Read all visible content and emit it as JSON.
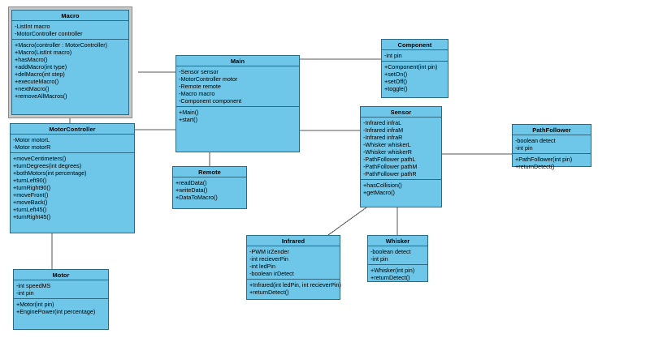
{
  "diagram": {
    "title": "UML Class Diagram",
    "type": "uml-class-diagram",
    "colors": {
      "class_fill": "#6ec6e8",
      "class_border": "#2b6a85",
      "selection_frame": "#c8c8c8",
      "connector": "#555555",
      "background": "#ffffff"
    }
  },
  "classes": [
    {
      "id": "macro",
      "name": "Macro",
      "selected": true,
      "attributes": [
        "-ListInt macro",
        "-MotorController controller"
      ],
      "methods": [
        "+Macro(controller : MotorController)",
        "+Macro(ListInt macro)",
        "+hasMacro()",
        "+addMacro(int type)",
        "+delMacro(int step)",
        "+executeMacro()",
        "+nextMacro()",
        "+removeAllMacros()"
      ]
    },
    {
      "id": "motorcontroller",
      "name": "MotorController",
      "selected": false,
      "attributes": [
        "-Motor motorL",
        "-Motor motorR"
      ],
      "methods": [
        "+moveCentimeters()",
        "+turnDegrees(int degrees)",
        "+bothMotors(int percentage)",
        "+turnLeft90()",
        "+turnRight90()",
        "+moveFront()",
        "+moveBack()",
        "+turnLeft45()",
        "+turnRight45()"
      ]
    },
    {
      "id": "motor",
      "name": "Motor",
      "selected": false,
      "attributes": [
        "-int speedMS",
        "-int pin"
      ],
      "methods": [
        "+Motor(int pin)",
        "+EnginePower(int percentage)"
      ]
    },
    {
      "id": "main",
      "name": "Main",
      "selected": false,
      "attributes": [
        "-Sensor sensor",
        "-MotorController motor",
        "-Remote remote",
        "-Macro macro",
        "-Component component"
      ],
      "methods": [
        "+Main()",
        "+start()"
      ]
    },
    {
      "id": "remote",
      "name": "Remote",
      "selected": false,
      "attributes": [],
      "methods": [
        "+readData()",
        "+writeData()",
        "+DataToMacro()"
      ]
    },
    {
      "id": "component",
      "name": "Component",
      "selected": false,
      "attributes": [
        "-int pin"
      ],
      "methods": [
        "+Component(int pin)",
        "+setOn()",
        "+setOff()",
        "+toggle()"
      ]
    },
    {
      "id": "sensor",
      "name": "Sensor",
      "selected": false,
      "attributes": [
        "-Infrared infraL",
        "-Infrared infraM",
        "-Infrared infraR",
        "-Whisker whiskerL",
        "-Whisker whiskerR",
        "-PathFollower pathL",
        "-PathFollower pathM",
        "-PathFollower pathR"
      ],
      "methods": [
        "+hasCollision()",
        "+getMacro()"
      ]
    },
    {
      "id": "pathfollower",
      "name": "PathFollower",
      "selected": false,
      "attributes": [
        "-boolean detect",
        "-int pin"
      ],
      "methods": [
        "+PathFollower(int pin)",
        "+returnDetect()"
      ]
    },
    {
      "id": "infrared",
      "name": "Infrared",
      "selected": false,
      "attributes": [
        "-PWM irZender",
        "-int recieverPin",
        "-int ledPin",
        "-boolean irDetect"
      ],
      "methods": [
        "+Infrared(int ledPin, int recieverPin)",
        "+returnDetect()"
      ]
    },
    {
      "id": "whisker",
      "name": "Whisker",
      "selected": false,
      "attributes": [
        "-boolean detect",
        "-int pin"
      ],
      "methods": [
        "+Whisker(int pin)",
        "+returnDetect()"
      ]
    }
  ],
  "connections": [
    {
      "from": "macro",
      "to": "main",
      "kind": "association"
    },
    {
      "from": "motorcontroller",
      "to": "main",
      "kind": "association"
    },
    {
      "from": "motor",
      "to": "motorcontroller",
      "kind": "association"
    },
    {
      "from": "main",
      "to": "component",
      "kind": "association"
    },
    {
      "from": "main",
      "to": "sensor",
      "kind": "association"
    },
    {
      "from": "main",
      "to": "remote",
      "kind": "association"
    },
    {
      "from": "sensor",
      "to": "pathfollower",
      "kind": "association"
    },
    {
      "from": "sensor",
      "to": "infrared",
      "kind": "association"
    },
    {
      "from": "sensor",
      "to": "whisker",
      "kind": "association"
    }
  ]
}
